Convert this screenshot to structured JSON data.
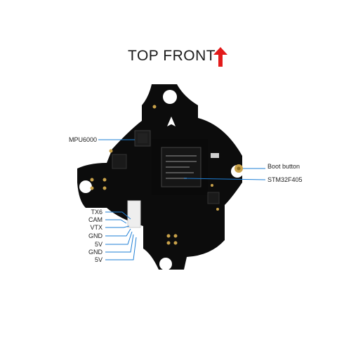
{
  "header": {
    "title": "TOP FRONT",
    "arrow_icon": "up-arrow-icon",
    "arrow_color": "#e31b1b"
  },
  "callouts": {
    "mpu": "MPU6000",
    "boot": "Boot button",
    "mcu": "STM32F405",
    "line_color": "#1e7fd6"
  },
  "pins": [
    "TX6",
    "CAM",
    "VTX",
    "GND",
    "5V",
    "GND",
    "5V"
  ],
  "board": {
    "pcb_color": "#0c0c0c",
    "pad_color": "#c9a24a"
  }
}
